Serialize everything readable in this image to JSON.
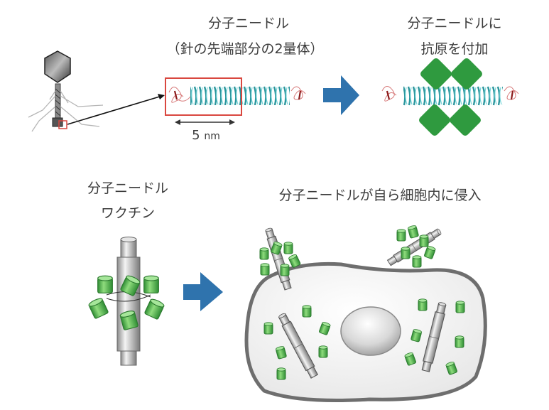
{
  "top_row": {
    "needle_label": {
      "line1": "分子ニードル",
      "line2": "（針の先端部分の2量体）"
    },
    "scale_bar": {
      "value": "5",
      "unit": "nm"
    },
    "antigen_label": {
      "line1": "分子ニードルに",
      "line2": "抗原を付加"
    }
  },
  "bottom_row": {
    "vaccine_label": {
      "line1": "分子ニードル",
      "line2": "ワクチン"
    },
    "invasion_label": "分子ニードルが自ら細胞内に侵入"
  },
  "colors": {
    "arrow_blue": "#2f73ad",
    "antigen_green": "#2f9a3f",
    "cylinder_green": "#5cc25a",
    "highlight_red": "#d9473f",
    "protein_teal": "#2aa7ad",
    "cell_outline": "#6e6e6e",
    "cell_fill": "#f2f2f2"
  },
  "icons": [
    "bacteriophage-icon",
    "arrow-right-icon",
    "molecular-needle-icon",
    "antigen-icon",
    "cell-icon",
    "nucleus-icon"
  ]
}
